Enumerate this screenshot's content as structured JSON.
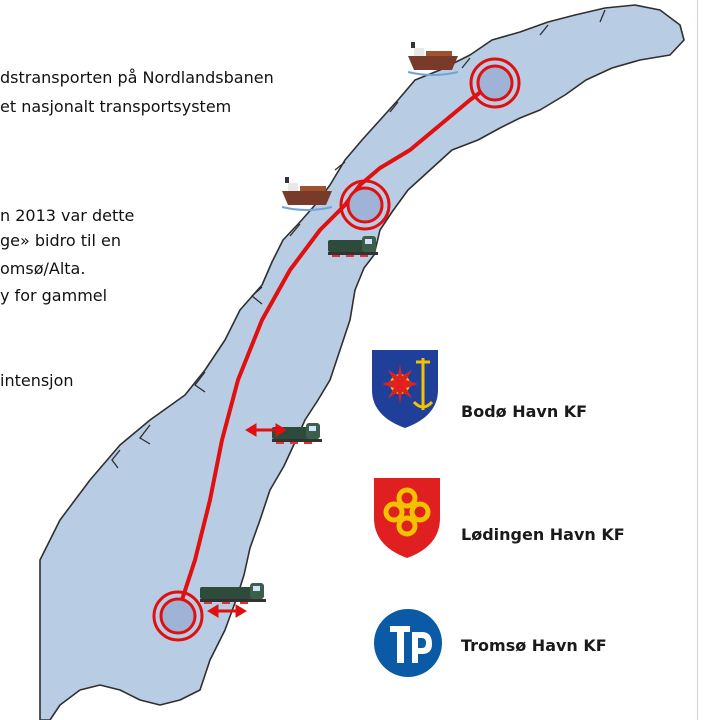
{
  "text_lines": [
    "dstransporten på Nordlandsbanen",
    "et nasjonalt transportsystem",
    "n 2013 var dette",
    "ge» bidro til en",
    "omsø/Alta.",
    "y for gammel",
    "intensjon"
  ],
  "logos": [
    {
      "label": "Bodø Havn KF",
      "icon": "bodo-coat-of-arms-icon"
    },
    {
      "label": "Lødingen Havn KF",
      "icon": "lodingen-coat-of-arms-icon"
    },
    {
      "label": "Tromsø Havn KF",
      "icon": "tromso-havn-logo-icon"
    }
  ],
  "colors": {
    "land": "#b8cce4",
    "coast_outline": "#2f2f2f",
    "route": "#e01010",
    "hub_fill": "#9fb3d6",
    "bodo_shield": "#1f3f99",
    "lodingen_shield": "#e02020",
    "tromso_logo": "#0b5aa6"
  }
}
